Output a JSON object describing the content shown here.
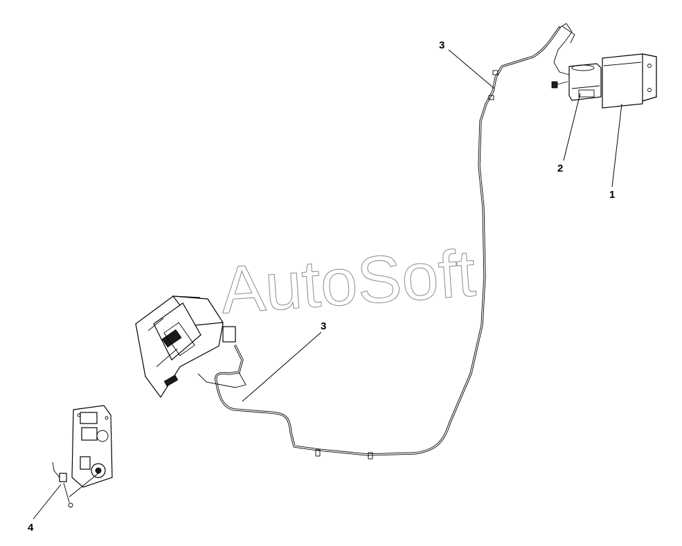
{
  "watermark": {
    "text": "AutoSoft"
  },
  "callouts": [
    {
      "id": "c1",
      "label": "1"
    },
    {
      "id": "c2",
      "label": "2"
    },
    {
      "id": "c3a",
      "label": "3"
    },
    {
      "id": "c3b",
      "label": "3"
    },
    {
      "id": "c4",
      "label": "4"
    }
  ],
  "colors": {
    "line": "#000000",
    "watermark": "#8a8a8a",
    "background": "#ffffff"
  }
}
